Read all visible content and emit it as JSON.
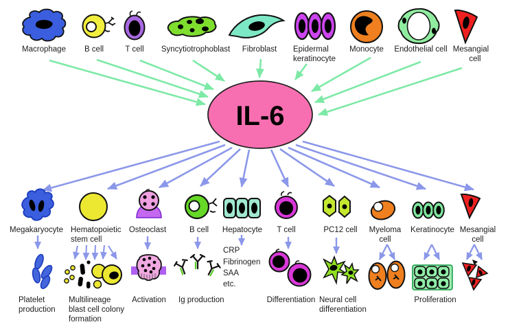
{
  "figure": {
    "subject": "IL-6",
    "description": "Cellular sources (top, green arrows) and target cells with effects (bottom, blue arrows) of IL-6"
  },
  "center": {
    "label": "IL-6"
  },
  "palette": {
    "il6_fill": "#f76fb0",
    "source_arrow": "#7de9a6",
    "target_arrow": "#8b97e9",
    "platelet_blue": "#4466dd",
    "neuron_green": "#8fe020",
    "bone_purple": "#b060f0"
  },
  "sources": [
    {
      "name": "Macrophage",
      "icon": "macrophage-cell-icon",
      "color": "#3a5ede",
      "label_lines": [
        "Macrophage"
      ]
    },
    {
      "name": "B cell",
      "icon": "b-cell-icon",
      "color": "#f2ee3e",
      "label_lines": [
        "B cell"
      ]
    },
    {
      "name": "T cell",
      "icon": "t-cell-icon",
      "color": "#a868e0",
      "label_lines": [
        "T cell"
      ]
    },
    {
      "name": "Syncytiotrophoblast",
      "icon": "syncytiotrophoblast-cell-icon",
      "color": "#7fdd2e",
      "label_lines": [
        "Syncytiotrophoblast"
      ]
    },
    {
      "name": "Fibroblast",
      "icon": "fibroblast-cell-icon",
      "color": "#7de8c5",
      "label_lines": [
        "Fibroblast"
      ]
    },
    {
      "name": "Epidermal keratinocyte",
      "icon": "epidermal-keratinocyte-cell-icon",
      "color": "#cc44ee",
      "label_lines": [
        "Epidermal",
        "keratinocyte"
      ]
    },
    {
      "name": "Monocyte",
      "icon": "monocyte-cell-icon",
      "color": "#ef7f1f",
      "label_lines": [
        "Monocyte"
      ]
    },
    {
      "name": "Endothelial cell",
      "icon": "endothelial-cell-icon",
      "color": "#90eda0",
      "label_lines": [
        "Endothelial cell"
      ]
    },
    {
      "name": "Mesangial cell",
      "icon": "mesangial-cell-icon",
      "color": "#ee2020",
      "label_lines": [
        "Mesangial",
        "cell"
      ]
    }
  ],
  "targets": [
    {
      "name": "Megakaryocyte",
      "icon": "megakaryocyte-cell-icon",
      "color": "#3a5ede",
      "label_lines": [
        "Megakaryocyte"
      ],
      "outcome_lines": [
        "Platelet",
        "production"
      ]
    },
    {
      "name": "Hematopoietic stem cell",
      "icon": "hematopoietic-stem-cell-icon",
      "color": "#ece832",
      "label_lines": [
        "Hematopoietic",
        "stem cell"
      ],
      "outcome_lines": [
        "Multilineage",
        "blast cell colony",
        "formation"
      ]
    },
    {
      "name": "Osteoclast",
      "icon": "osteoclast-cell-icon",
      "color": "#f0a0e0",
      "label_lines": [
        "Osteoclast"
      ],
      "outcome_lines": [
        "Activation"
      ]
    },
    {
      "name": "B cell",
      "icon": "b-cell-icon",
      "color": "#66d826",
      "label_lines": [
        "B cell"
      ],
      "outcome_lines": [
        "Ig production"
      ]
    },
    {
      "name": "Hepatocyte",
      "icon": "hepatocyte-cell-icon",
      "color": "#a0e8d0",
      "label_lines": [
        "Hepatocyte"
      ],
      "products_lines": [
        "CRP",
        "Fibrinogen",
        "SAA",
        "etc."
      ]
    },
    {
      "name": "T cell",
      "icon": "t-cell-icon",
      "color": "#d838d8",
      "label_lines": [
        "T cell"
      ],
      "outcome_lines": [
        "Differentiation"
      ]
    },
    {
      "name": "PC12 cell",
      "icon": "pc12-cell-icon",
      "color": "#c4e830",
      "label_lines": [
        "PC12 cell"
      ],
      "outcome_lines": [
        "Neural cell",
        "differentiation"
      ]
    },
    {
      "name": "Myeloma cell",
      "icon": "myeloma-cell-icon",
      "color": "#ef7f1f",
      "label_lines": [
        "Myeloma",
        "cell"
      ]
    },
    {
      "name": "Keratinocyte",
      "icon": "keratinocyte-cell-icon",
      "color": "#7fe89f",
      "label_lines": [
        "Keratinocyte"
      ],
      "outcome_lines": [
        "Proliferation"
      ]
    },
    {
      "name": "Mesangial cell",
      "icon": "mesangial-cell-icon",
      "color": "#ee2020",
      "label_lines": [
        "Mesangial",
        "cell"
      ]
    }
  ]
}
